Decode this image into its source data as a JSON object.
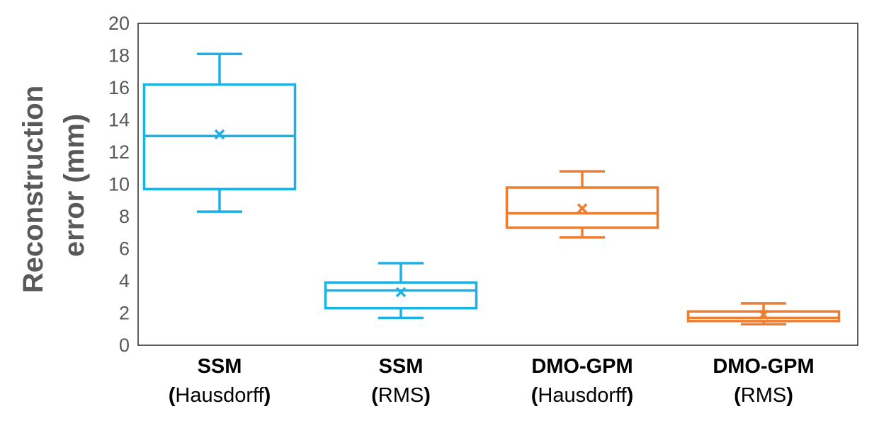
{
  "chart_data": {
    "type": "box",
    "title": "",
    "ylabel": "Reconstruction error (mm)",
    "ylabel_lines": [
      "Reconstruction",
      "error (mm)"
    ],
    "ylim": [
      0,
      20
    ],
    "yticks": [
      "0",
      "2",
      "4",
      "6",
      "8",
      "10",
      "12",
      "14",
      "16",
      "18",
      "20"
    ],
    "grid": false,
    "categories": [
      {
        "line1": "SSM",
        "line2_open": "(",
        "line2_text": "Hausdorff",
        "line2_close": ")"
      },
      {
        "line1": "SSM",
        "line2_open": "(",
        "line2_text": "RMS",
        "line2_close": ")"
      },
      {
        "line1": "DMO-GPM",
        "line2_open": "(",
        "line2_text": "Hausdorff",
        "line2_close": ")"
      },
      {
        "line1": "DMO-GPM",
        "line2_open": "(",
        "line2_text": "RMS",
        "line2_close": ")"
      }
    ],
    "boxes": [
      {
        "min": 8.3,
        "q1": 9.7,
        "median": 13.0,
        "mean": 13.1,
        "q3": 16.2,
        "max": 18.1,
        "color": "#1BB1E6"
      },
      {
        "min": 1.7,
        "q1": 2.3,
        "median": 3.4,
        "mean": 3.3,
        "q3": 3.9,
        "max": 5.1,
        "color": "#1BB1E6"
      },
      {
        "min": 6.7,
        "q1": 7.3,
        "median": 8.2,
        "mean": 8.5,
        "q3": 9.8,
        "max": 10.8,
        "color": "#ED7D31"
      },
      {
        "min": 1.3,
        "q1": 1.5,
        "median": 1.7,
        "mean": 1.9,
        "q3": 2.1,
        "max": 2.6,
        "color": "#ED7D31"
      }
    ]
  },
  "colors": {
    "axis": "#595959",
    "frame": "#262626",
    "ssm": "#1BB1E6",
    "dmo": "#ED7D31"
  }
}
